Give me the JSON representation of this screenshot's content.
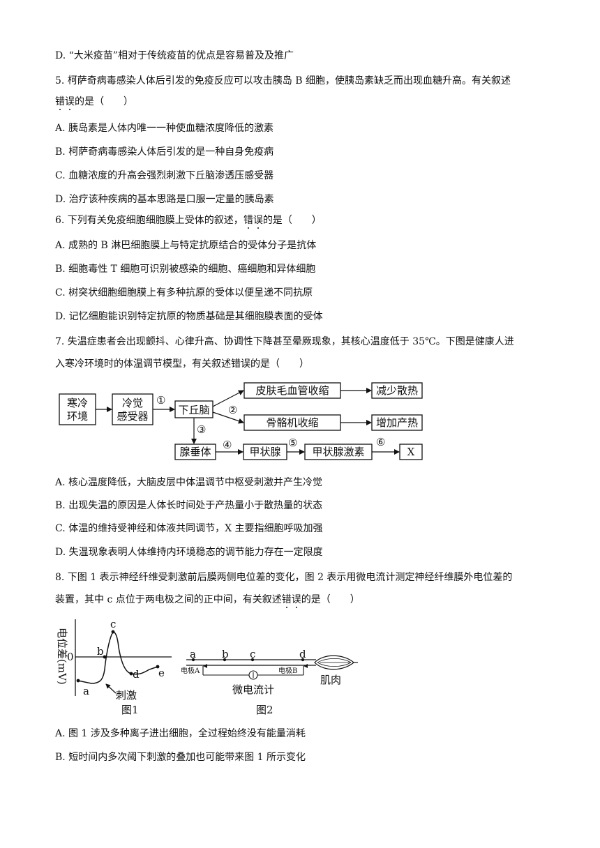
{
  "lines": {
    "q4d": "D. “大米疫苗”相对于传统疫苗的优点是容易普及及推广",
    "q5_l1": "5. 柯萨奇病毒感染人体后引发的免疫反应可以攻击胰岛 B 细胞，使胰岛素缺乏而出现血糖升高。有关叙述",
    "q5_l2_pre": "",
    "q5_l2_dot1": "错",
    "q5_l2_dot2": "误",
    "q5_l2_post": "的是（　　）",
    "q5a": "A. 胰岛素是人体内唯一一种使血糖浓度降低的激素",
    "q5b": "B. 柯萨奇病毒感染人体后引发的是一种自身免疫病",
    "q5c": "C. 血糖浓度的升高会强烈刺激下丘脑渗透压感受器",
    "q5d": "D. 治疗该种疾病的基本思路是口服一定量的胰岛素",
    "q6_pre": "6. 下列有关免疫细胞细胞膜上受体的叙述，",
    "q6_dot1": "错",
    "q6_dot2": "误",
    "q6_post": "的是（　　）",
    "q6a": "A. 成熟的 B 淋巴细胞膜上与特定抗原结合的受体分子是抗体",
    "q6b": "B. 细胞毒性 T 细胞可识别被感染的细胞、癌细胞和异体细胞",
    "q6c": "C. 树突状细胞细胞膜上有多种抗原的受体以便呈递不同抗原",
    "q6d": "D. 记忆细胞能识别特定抗原的物质基础是其细胞膜表面的受体",
    "q7_l1": "7. 失温症患者会出现颤抖、心律升高、协调性下降甚至晕厥现象，其核心温度低于 35℃。下图是健康人进",
    "q7_l2": "入寒冷环境时的体温调节模型，有关叙述错误的是（　　）",
    "q7a": "A. 核心温度降低，大脑皮层中体温调节中枢受刺激并产生冷觉",
    "q7b": "B. 出现失温的原因是人体长时间处于产热量小于散热量的状态",
    "q7c": "C. 体温的维持受神经和体液共同调节，X 主要指细胞呼吸加强",
    "q7d": "D. 失温现象表明人体维持内环境稳态的调节能力存在一定限度",
    "q8_l1": "8. 下图 1 表示神经纤维受刺激前后膜两侧电位差的变化，图 2 表示用微电流计测定神经纤维膜外电位差的",
    "q8_l2_pre": "装置，其中 c 点位于两电极之间的正中间，有关叙述",
    "q8_l2_dot1": "错",
    "q8_l2_dot2": "误",
    "q8_l2_post": "的是（　　）",
    "q8a": "A. 图 1 涉及多种离子进出细胞，全过程始终没有能量消耗",
    "q8b": "B. 短时间内多次阈下刺激的叠加也可能带来图 1 所示变化"
  },
  "flow": {
    "cold_env_1": "寒冷",
    "cold_env_2": "环境",
    "receptor_1": "冷觉",
    "receptor_2": "感受器",
    "hypothalamus": "下丘脑",
    "skin": "皮肤毛血管收缩",
    "reduce_heat": "减少散热",
    "muscle": "骨骼机收缩",
    "increase_heat": "增加产热",
    "pituitary": "腺垂体",
    "thyroid": "甲状腺",
    "thyroxine": "甲状腺激素",
    "x": "X",
    "n1": "①",
    "n2": "②",
    "n3": "③",
    "n4": "④",
    "n5": "⑤",
    "n6": "⑥"
  },
  "fig1": {
    "ylabel": "电位差(mV)",
    "zero": "0",
    "a": "a",
    "b": "b",
    "c": "c",
    "d": "d",
    "e": "e",
    "stimulus": "刺激",
    "caption": "图1"
  },
  "fig2": {
    "a": "a",
    "b": "b",
    "c": "c",
    "d": "d",
    "electrode_a": "电极A",
    "electrode_b": "电极B",
    "meter": "微电流计",
    "muscle": "肌肉",
    "caption": "图2"
  }
}
